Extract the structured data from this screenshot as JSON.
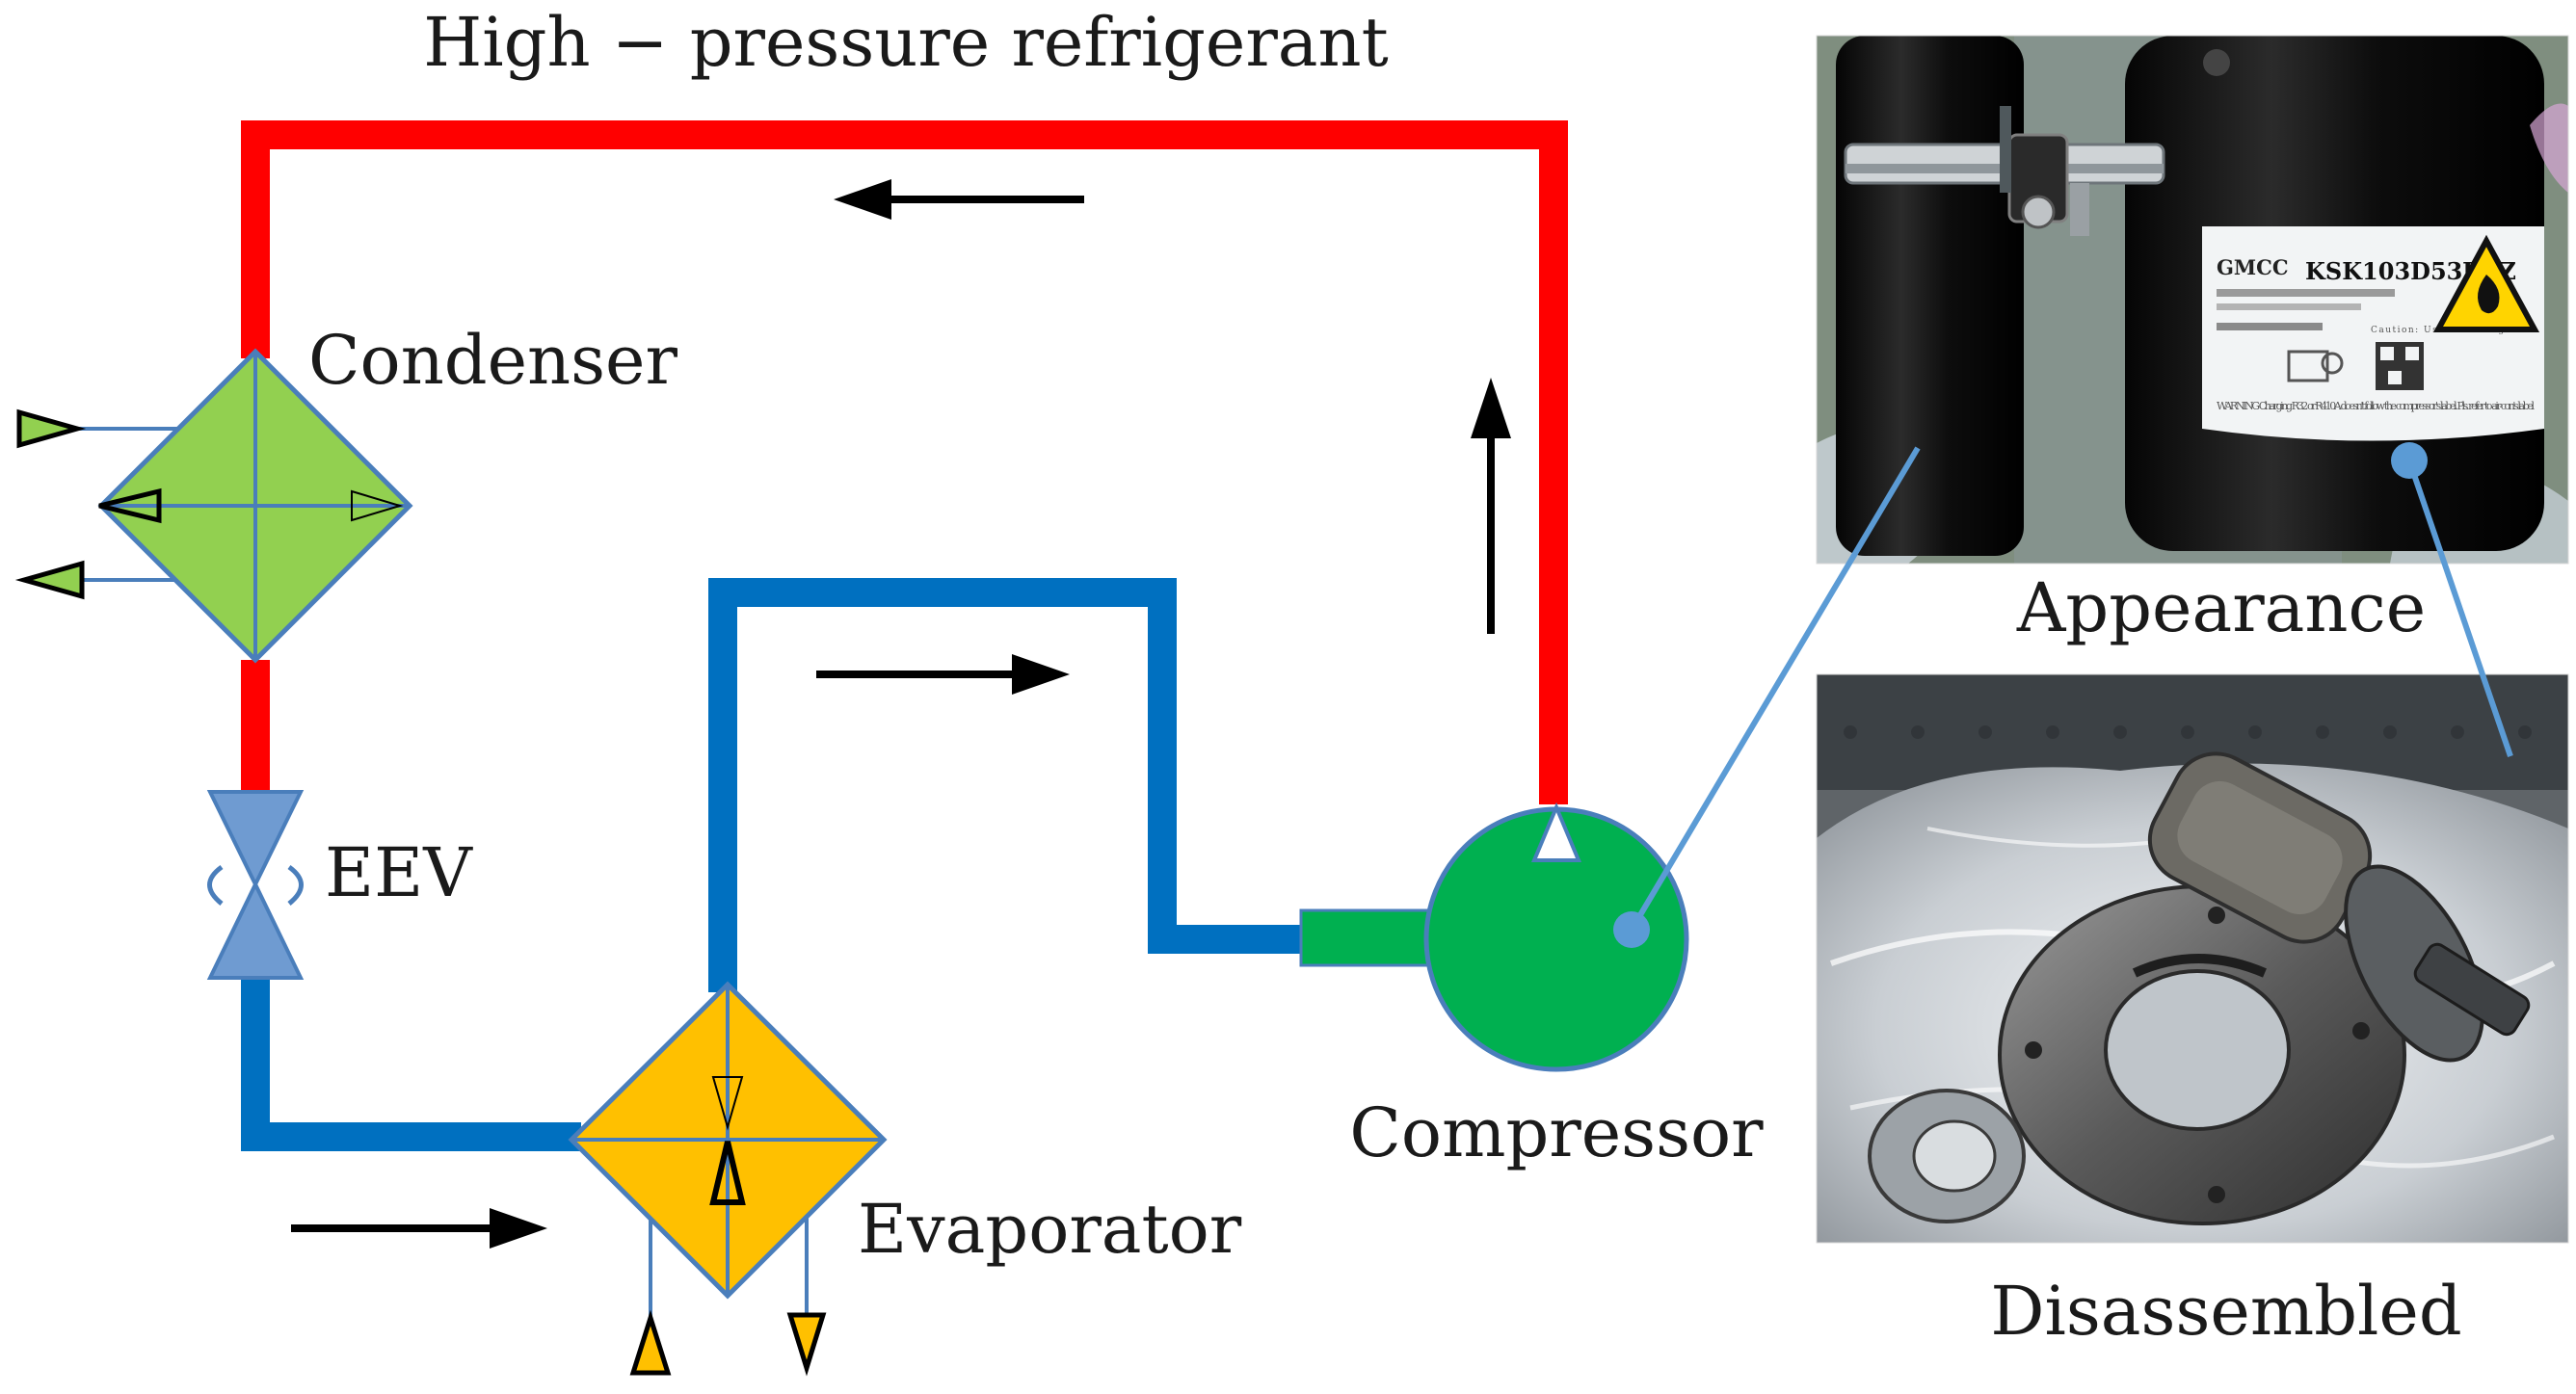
{
  "labels": {
    "top_line": "High − pressure refrigerant",
    "condenser": "Condenser",
    "eev": "EEV",
    "evaporator": "Evaporator",
    "compressor": "Compressor",
    "appearance": "Appearance",
    "disassembled": "Disassembled"
  },
  "compressor_label": {
    "brand": "GMCC",
    "model": "KSK103D53UFZ",
    "warning": "WARNING Charging R32 or R410A doesn't follow the compressor's label. Pls. refer to air-con's label",
    "caution": "Caution: Use the refrigerant"
  },
  "colors": {
    "high_pressure_line": "#ff0000",
    "low_pressure_line": "#0070c0",
    "condenser_fill": "#92d050",
    "evaporator_fill": "#ffc000",
    "compressor_fill": "#00b050",
    "eev_fill": "#6f9bd1",
    "outline": "#4a7ebb",
    "callout_line": "#5b9bd5",
    "flow_arrow": "#000000"
  },
  "icons": {
    "flow": "arrow-icon",
    "air_in_out": "triangle-arrow-icon",
    "hazard": "flammable-warning-icon"
  }
}
